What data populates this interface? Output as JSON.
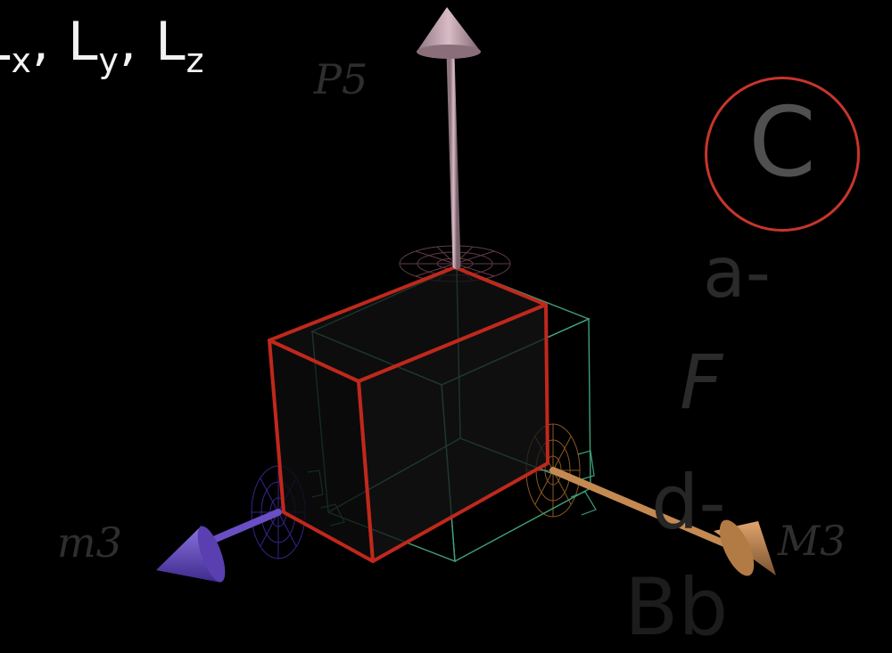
{
  "title": {
    "part1": "L",
    "sub1": "x",
    "sep1": ", ",
    "part2": "L",
    "sub2": "y",
    "sep2": ", ",
    "part3": "L",
    "sub3": "z"
  },
  "badge": {
    "letter": "C",
    "ring_color": "#c8352c"
  },
  "ghost_notes": [
    "a-",
    "F",
    "d-",
    "Bb"
  ],
  "axis_labels": {
    "up": "P5",
    "left": "m3",
    "right": "M3"
  },
  "colors": {
    "box_front": "#c0281c",
    "box_back": "#3fa07a",
    "axis_up": "#c9a7b2",
    "axis_left": "#6a4fc4",
    "axis_right": "#c48a52"
  }
}
